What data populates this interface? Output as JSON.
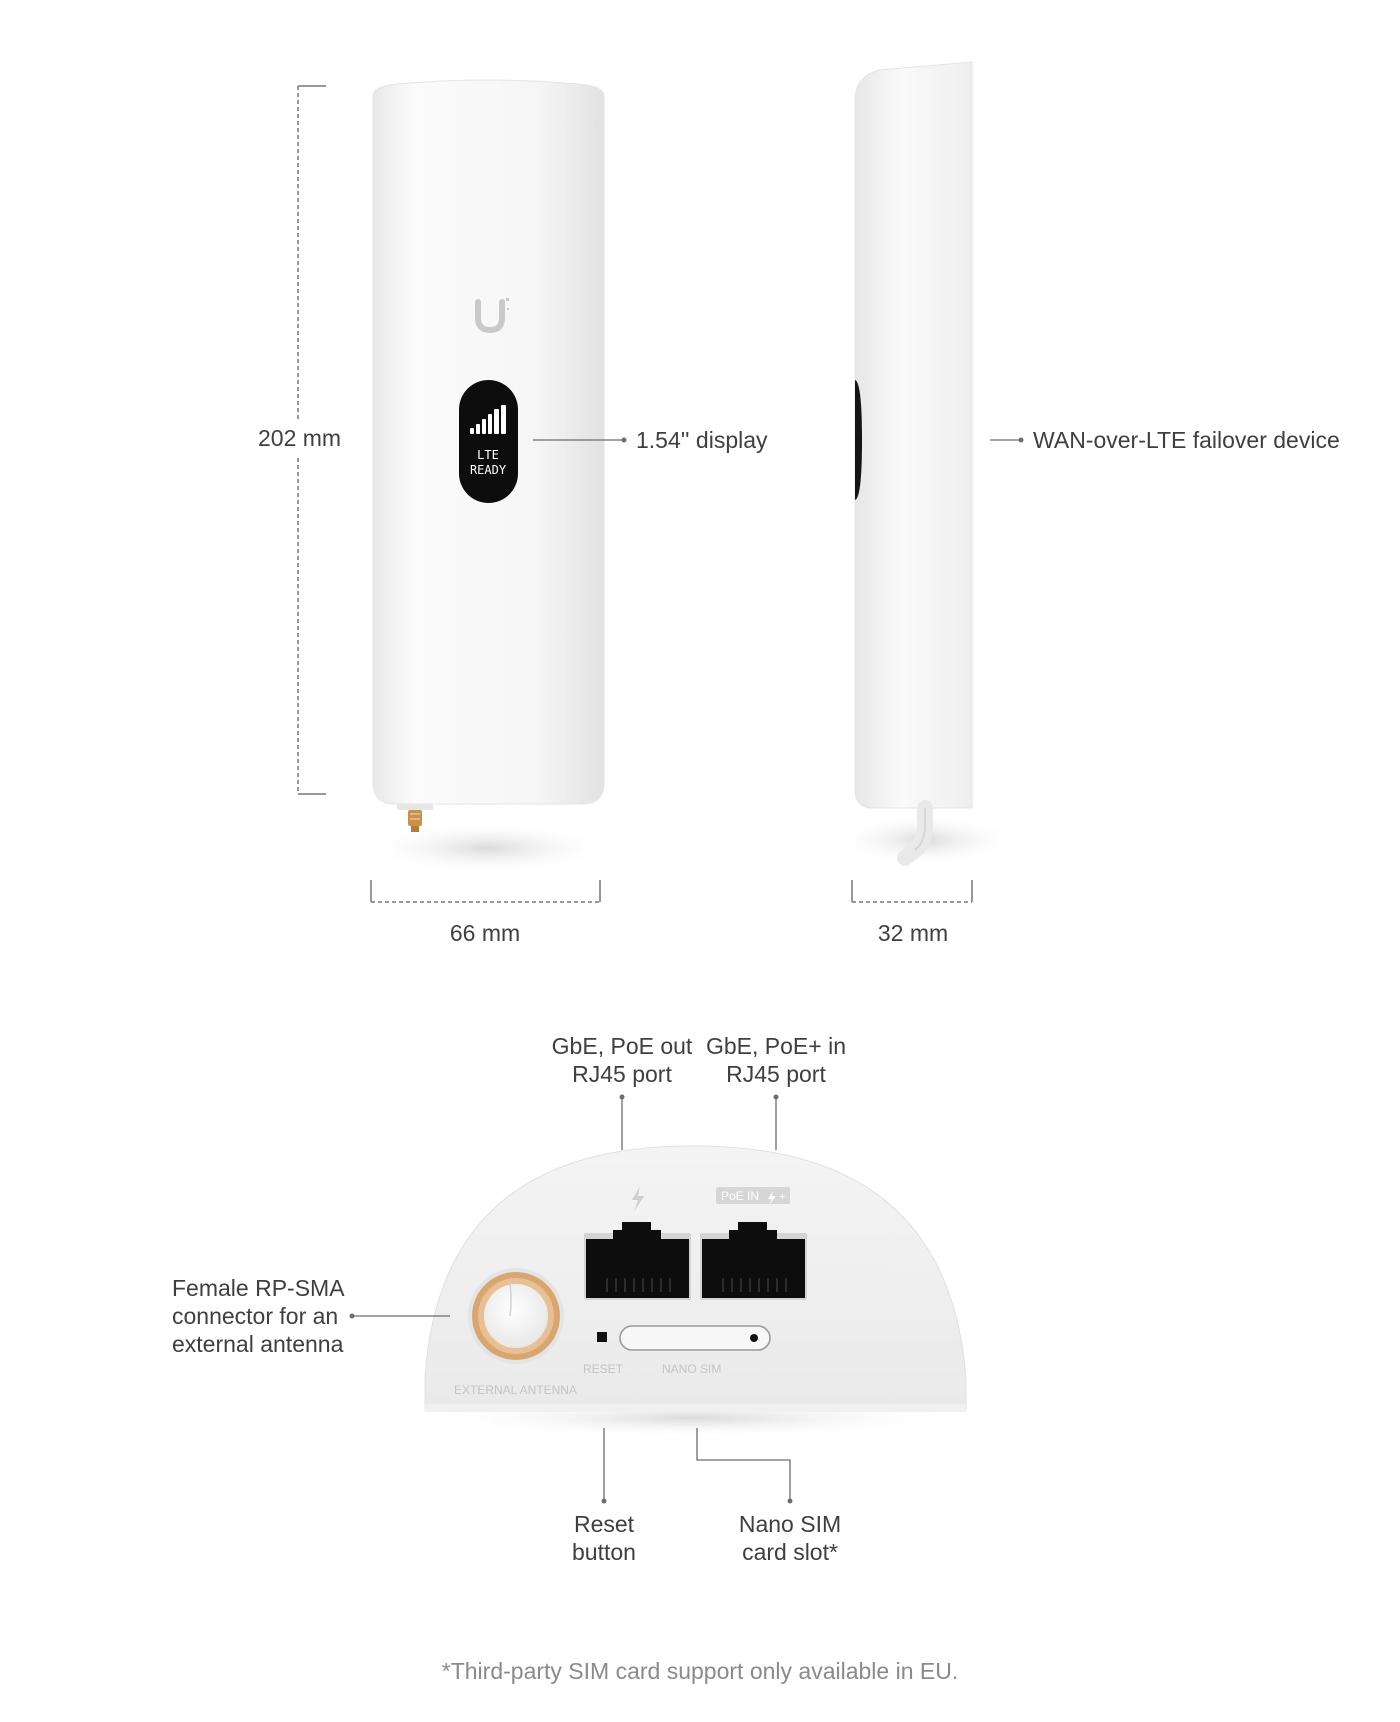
{
  "dimensions": {
    "height": "202 mm",
    "width": "66 mm",
    "depth": "32 mm"
  },
  "callouts": {
    "display": "1.54'' display",
    "device": "WAN-over-LTE failover device",
    "port_poe_out_line1": "GbE, PoE out",
    "port_poe_out_line2": "RJ45 port",
    "port_poe_in_line1": "GbE, PoE+ in",
    "port_poe_in_line2": "RJ45 port",
    "antenna_line1": "Female RP-SMA",
    "antenna_line2": "connector for an",
    "antenna_line3": "external antenna",
    "reset_line1": "Reset",
    "reset_line2": "button",
    "sim_line1": "Nano SIM",
    "sim_line2": "card slot*"
  },
  "device_screen": {
    "line1": "LTE",
    "line2": "READY"
  },
  "device_print": {
    "poe_in": "PoE IN",
    "reset": "RESET",
    "nano_sim": "NANO SIM",
    "external_antenna": "EXTERNAL ANTENNA"
  },
  "footnote": "*Third-party SIM card support only available in EU.",
  "icons": {
    "logo": "ubiquiti-u-logo-icon",
    "signal": "signal-bars-icon",
    "bolt": "lightning-bolt-icon"
  },
  "colors": {
    "body": "#f5f5f5",
    "screen": "#0d0d0d",
    "connector_gold": "#d9a66f",
    "line": "#6d6d6d"
  }
}
